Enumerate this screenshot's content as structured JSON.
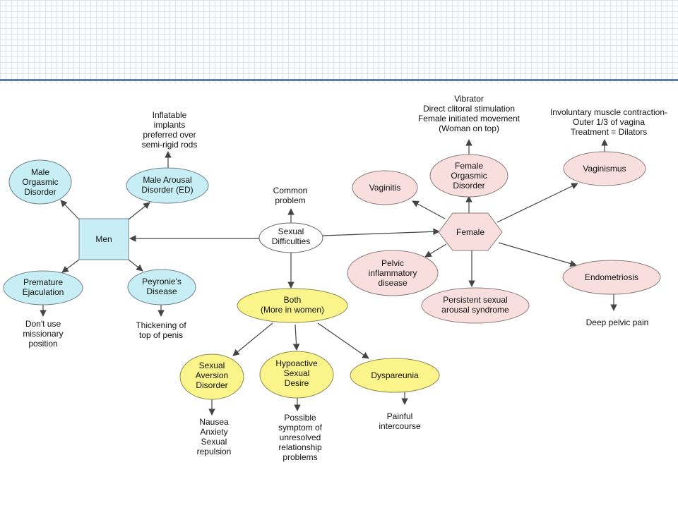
{
  "colors": {
    "men_nodes": "#c6eef4",
    "female_nodes": "#f9dede",
    "both_nodes": "#fbf48a",
    "center_node": "#ffffff",
    "page_grid": "#dde3ee",
    "top_rule": "#5d7ea6"
  },
  "nodes": {
    "sexual_difficulties": {
      "lines": [
        "Sexual",
        "Difficulties"
      ]
    },
    "common_problem": {
      "lines": [
        "Common",
        "problem"
      ]
    },
    "men": {
      "lines": [
        "Men"
      ]
    },
    "male_orgasmic": {
      "lines": [
        "Male",
        "Orgasmic",
        "Disorder"
      ]
    },
    "male_arousal": {
      "lines": [
        "Male Arousal",
        "Disorder (ED)"
      ]
    },
    "implants_note": {
      "lines": [
        "Inflatable",
        "implants",
        "preferred over",
        "semi-rigid rods"
      ]
    },
    "premature": {
      "lines": [
        "Premature",
        "Ejaculation"
      ]
    },
    "premature_note": {
      "lines": [
        "Don't use",
        "missionary",
        "position"
      ]
    },
    "peyronie": {
      "lines": [
        "Peyronie's",
        "Disease"
      ]
    },
    "peyronie_note": {
      "lines": [
        "Thickening of",
        "top of penis"
      ]
    },
    "both": {
      "lines": [
        "Both",
        "(More in women)"
      ]
    },
    "aversion": {
      "lines": [
        "Sexual",
        "Aversion",
        "Disorder"
      ]
    },
    "aversion_note": {
      "lines": [
        "Nausea",
        "Anxiety",
        "Sexual",
        "repulsion"
      ]
    },
    "hypoactive": {
      "lines": [
        "Hypoactive",
        "Sexual",
        "Desire"
      ]
    },
    "hypoactive_note": {
      "lines": [
        "Possible",
        "symptom of",
        "unresolved",
        "relationship",
        "problems"
      ]
    },
    "dyspareunia": {
      "lines": [
        "Dyspareunia"
      ]
    },
    "dyspareunia_note": {
      "lines": [
        "Painful",
        "intercourse"
      ]
    },
    "female": {
      "lines": [
        "Female"
      ]
    },
    "vaginitis": {
      "lines": [
        "Vaginitis"
      ]
    },
    "female_orgasmic": {
      "lines": [
        "Female",
        "Orgasmic",
        "Disorder"
      ]
    },
    "vibrator_note": {
      "lines": [
        "Vibrator",
        "Direct clitoral stimulation",
        "Female initiated movement",
        "(Woman on top)"
      ]
    },
    "vaginismus": {
      "lines": [
        "Vaginismus"
      ]
    },
    "vaginismus_note": {
      "lines": [
        "Involuntary muscle contraction-",
        "Outer 1/3 of vagina",
        "Treatment = Dilators"
      ]
    },
    "pelvic_inflammatory": {
      "lines": [
        "Pelvic",
        "inflammatory",
        "disease"
      ]
    },
    "persistent_arousal": {
      "lines": [
        "Persistent sexual",
        "arousal syndrome"
      ]
    },
    "endometriosis": {
      "lines": [
        "Endometriosis"
      ]
    },
    "endometriosis_note": {
      "lines": [
        "Deep pelvic pain"
      ]
    }
  }
}
